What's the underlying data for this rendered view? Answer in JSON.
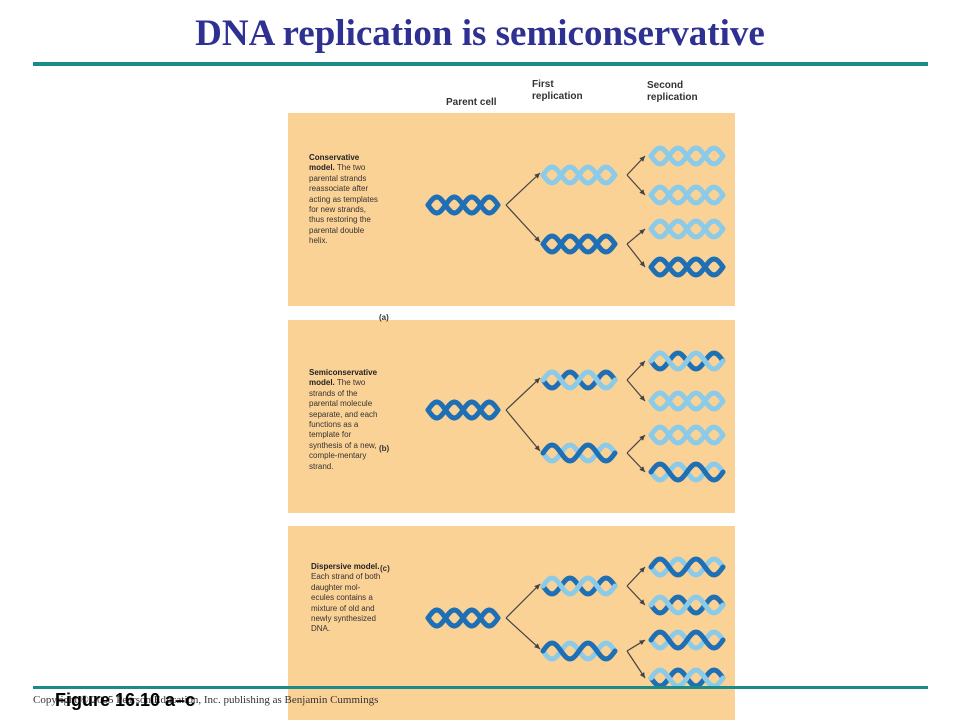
{
  "title": "DNA replication is semiconservative",
  "headers": {
    "parent": "Parent cell",
    "first": "First\nreplication",
    "second": "Second\nreplication"
  },
  "models": [
    {
      "label": "(a)",
      "name": "Conservative model.",
      "text": " The two parental strands reassociate after acting as templates for new strands, thus restoring the parental double helix."
    },
    {
      "label": "(b)",
      "name": "Semiconservative model.",
      "text": " The two strands of the parental molecule separate, and each functions as a template for synthesis of a new, comple-mentary strand."
    },
    {
      "label": "(c)",
      "name": "Dispersive model.",
      "text": " Each strand of both daughter mol-ecules contains a mixture of old and newly synthesized DNA."
    }
  ],
  "caption": "Figure 16.10 a–c",
  "copyright": "Copyright © 2005 Pearson Education, Inc. publishing as Benjamin Cummings",
  "colors": {
    "title": "#2e3192",
    "rule": "#1a8a8a",
    "panel": "#fbd296",
    "dark_strand": "#1f6fb5",
    "light_strand": "#8ccbe8"
  }
}
